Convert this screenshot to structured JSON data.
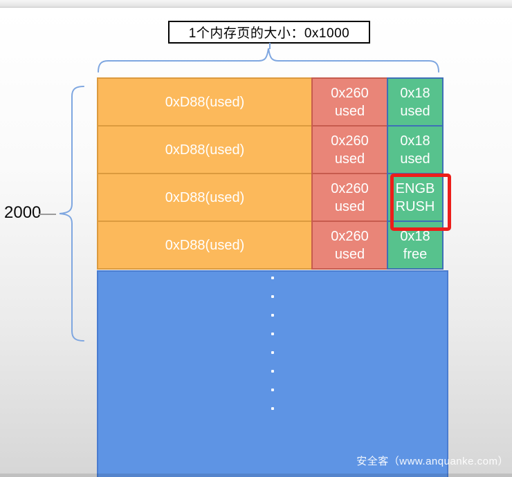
{
  "title": {
    "text": "1个内存页的大小：0x1000"
  },
  "left_axis": {
    "label": "2000"
  },
  "memory_page": {
    "rows": [
      {
        "large_chunk": "0xD88(used)",
        "mid_chunk": [
          "0x260",
          "used"
        ],
        "small_chunk": [
          "0x18",
          "used"
        ],
        "highlighted": false
      },
      {
        "large_chunk": "0xD88(used)",
        "mid_chunk": [
          "0x260",
          "used"
        ],
        "small_chunk": [
          "0x18",
          "used"
        ],
        "highlighted": false
      },
      {
        "large_chunk": "0xD88(used)",
        "mid_chunk": [
          "0x260",
          "used"
        ],
        "small_chunk": [
          "ENGB",
          "RUSH"
        ],
        "highlighted": true
      },
      {
        "large_chunk": "0xD88(used)",
        "mid_chunk": [
          "0x260",
          "used"
        ],
        "small_chunk": [
          "0x18",
          "free"
        ],
        "highlighted": false
      }
    ],
    "ellipsis_dots": 8
  },
  "watermark": "安全客（www.anquanke.com）",
  "colors": {
    "orange_fill": "#FCB95B",
    "orange_border": "#DB9A3E",
    "salmon_fill": "#E98578",
    "salmon_border": "#C65B4E",
    "green_fill": "#57C28D",
    "green_border": "#3E6FB6",
    "blue_fill": "#5E94E4",
    "blue_border": "#4A7CCF",
    "brace_blue": "#7EA6E0",
    "highlight_red": "#EC1E1A",
    "box_text": "#FFFFFF",
    "title_text": "#000000"
  }
}
